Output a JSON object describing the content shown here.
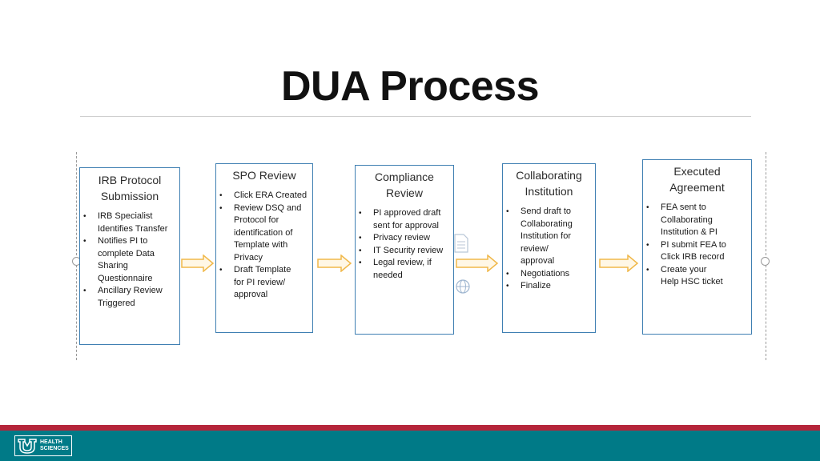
{
  "title": "DUA Process",
  "steps": [
    {
      "title_lines": [
        "IRB Protocol",
        "Submission"
      ],
      "bullets": [
        [
          "IRB Specialist",
          "Identifies Transfer"
        ],
        [
          "Notifies PI to",
          "complete Data",
          "Sharing",
          "Questionnaire"
        ],
        [
          "Ancillary Review",
          "Triggered"
        ]
      ]
    },
    {
      "title_lines": [
        "SPO Review"
      ],
      "bullets": [
        [
          "Click ERA Created"
        ],
        [
          "Review DSQ and",
          "Protocol for",
          "identification of",
          "Template with",
          "Privacy"
        ],
        [
          "Draft Template",
          "for PI review/",
          "approval"
        ]
      ]
    },
    {
      "title_lines": [
        "Compliance",
        "Review"
      ],
      "bullets": [
        [
          "PI approved draft",
          "sent for approval"
        ],
        [
          "Privacy review"
        ],
        [
          "IT Security review"
        ],
        [
          "Legal review, if",
          "needed"
        ]
      ]
    },
    {
      "title_lines": [
        "Collaborating",
        "Institution"
      ],
      "bullets": [
        [
          "Send draft to",
          "Collaborating",
          "Institution for",
          "review/",
          "approval"
        ],
        [
          "Negotiations"
        ],
        [
          "Finalize"
        ]
      ]
    },
    {
      "title_lines": [
        "Executed",
        "Agreement"
      ],
      "bullets": [
        [
          "FEA sent to",
          "Collaborating",
          "Institution & PI"
        ],
        [
          "PI submit FEA to",
          "Click IRB record"
        ],
        [
          "Create your",
          "Help HSC ticket"
        ]
      ]
    }
  ],
  "footer": {
    "logo_lines": [
      "HEALTH",
      "SCIENCES"
    ],
    "logo_icon": "unm-logo-icon"
  },
  "colors": {
    "box_border": "#3f7fb2",
    "arrow": "#f0b84a",
    "footer_red": "#b5253a",
    "footer_teal": "#007a87"
  }
}
